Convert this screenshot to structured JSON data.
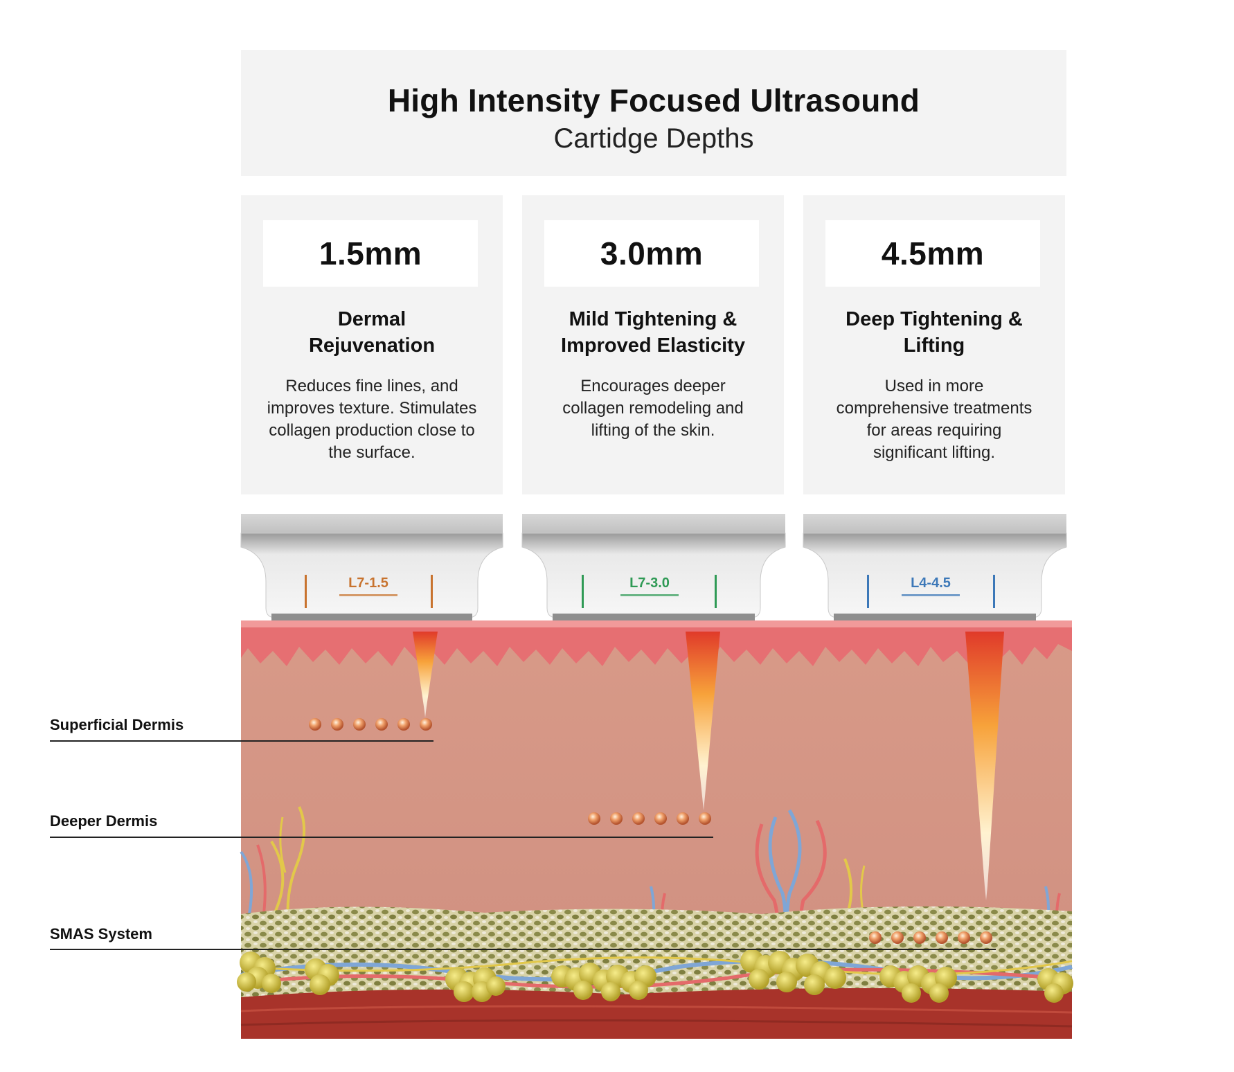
{
  "header": {
    "title": "High Intensity Focused Ultrasound",
    "subtitle": "Cartidge Depths"
  },
  "cartridges": [
    {
      "depth": "1.5mm",
      "name_line1": "Dermal",
      "name_line2": "Rejuvenation",
      "desc_lines": [
        "Reduces fine lines, and",
        "improves texture. Stimulates",
        "collagen production close to",
        "the surface."
      ],
      "probe_label": "L7-1.5",
      "accent_color": "#c8732e"
    },
    {
      "depth": "3.0mm",
      "name_line1": "Mild Tightening &",
      "name_line2": "Improved Elasticity",
      "desc_lines": [
        "Encourages deeper",
        "collagen remodeling and",
        "lifting of the skin."
      ],
      "probe_label": "L7-3.0",
      "accent_color": "#2f9a55"
    },
    {
      "depth": "4.5mm",
      "name_line1": "Deep Tightening &",
      "name_line2": "Lifting",
      "desc_lines": [
        "Used in more",
        "comprehensive treatments",
        "for areas requiring",
        "significant lifting."
      ],
      "probe_label": "L4-4.5",
      "accent_color": "#3c78b8"
    }
  ],
  "layers": [
    {
      "label": "Superficial Dermis"
    },
    {
      "label": "Deeper Dermis"
    },
    {
      "label": "SMAS System"
    }
  ],
  "colors": {
    "panel_bg": "#f3f3f3",
    "dermis": "#d99e8c",
    "epidermis": "#e46a6a",
    "fat": "#d4c244",
    "muscle": "#a8332a"
  }
}
